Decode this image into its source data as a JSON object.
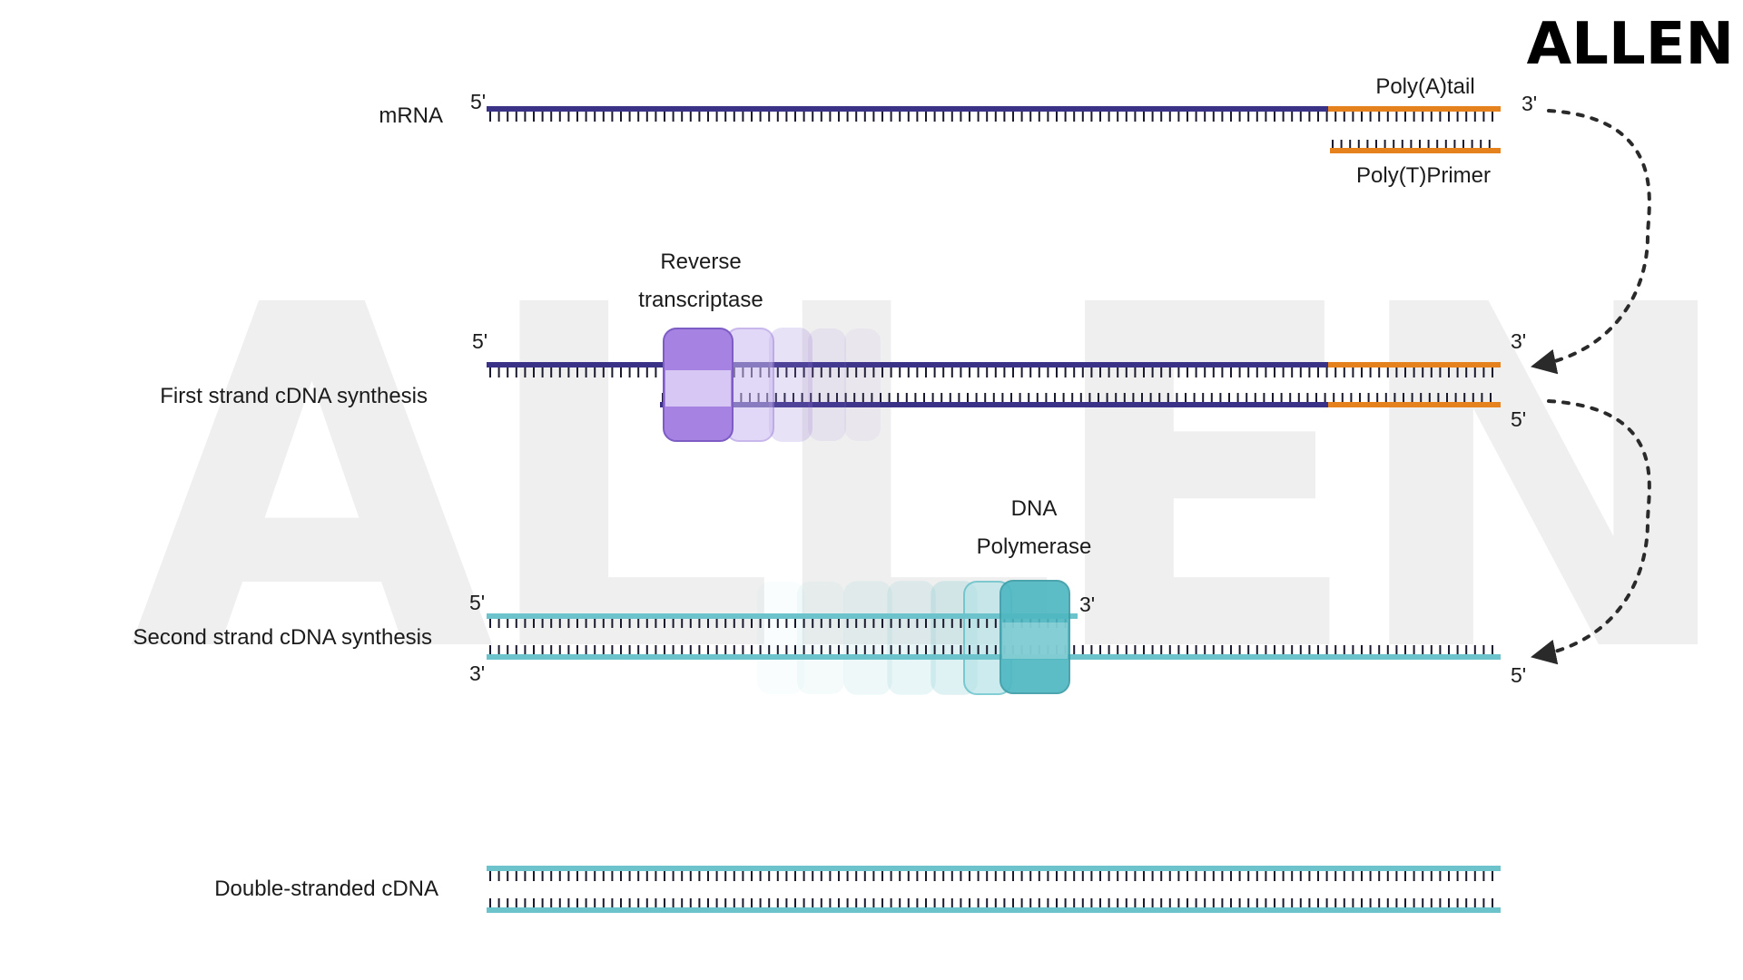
{
  "logo": {
    "text": "ALLEN"
  },
  "watermark": {
    "text": "ALLEN"
  },
  "colors": {
    "mrna": "#3a3287",
    "polyA": "#e5821e",
    "cdna": "#6cc3cc",
    "tick": "#1a1a2e",
    "reverse_transcriptase": "#9b7ddb",
    "dna_polymerase": "#4fb8c2",
    "arrow": "#2a2a2a"
  },
  "rows": {
    "mrna": {
      "label": "mRNA",
      "end_left": "5'",
      "end_right": "3'",
      "polyA_label": "Poly(A)tail",
      "primer_label": "Poly(T)Primer"
    },
    "first_strand": {
      "label": "First strand cDNA synthesis",
      "end_left_top": "5'",
      "end_right_top": "3'",
      "end_right_bottom": "5'",
      "enzyme_line1": "Reverse",
      "enzyme_line2": "transcriptase"
    },
    "second_strand": {
      "label": "Second strand cDNA synthesis",
      "end_left_top": "5'",
      "end_left_bottom": "3'",
      "end_mid_top": "3'",
      "end_right_bottom": "5'",
      "enzyme_line1": "DNA",
      "enzyme_line2": "Polymerase"
    },
    "double_stranded": {
      "label": "Double-stranded cDNA"
    }
  }
}
